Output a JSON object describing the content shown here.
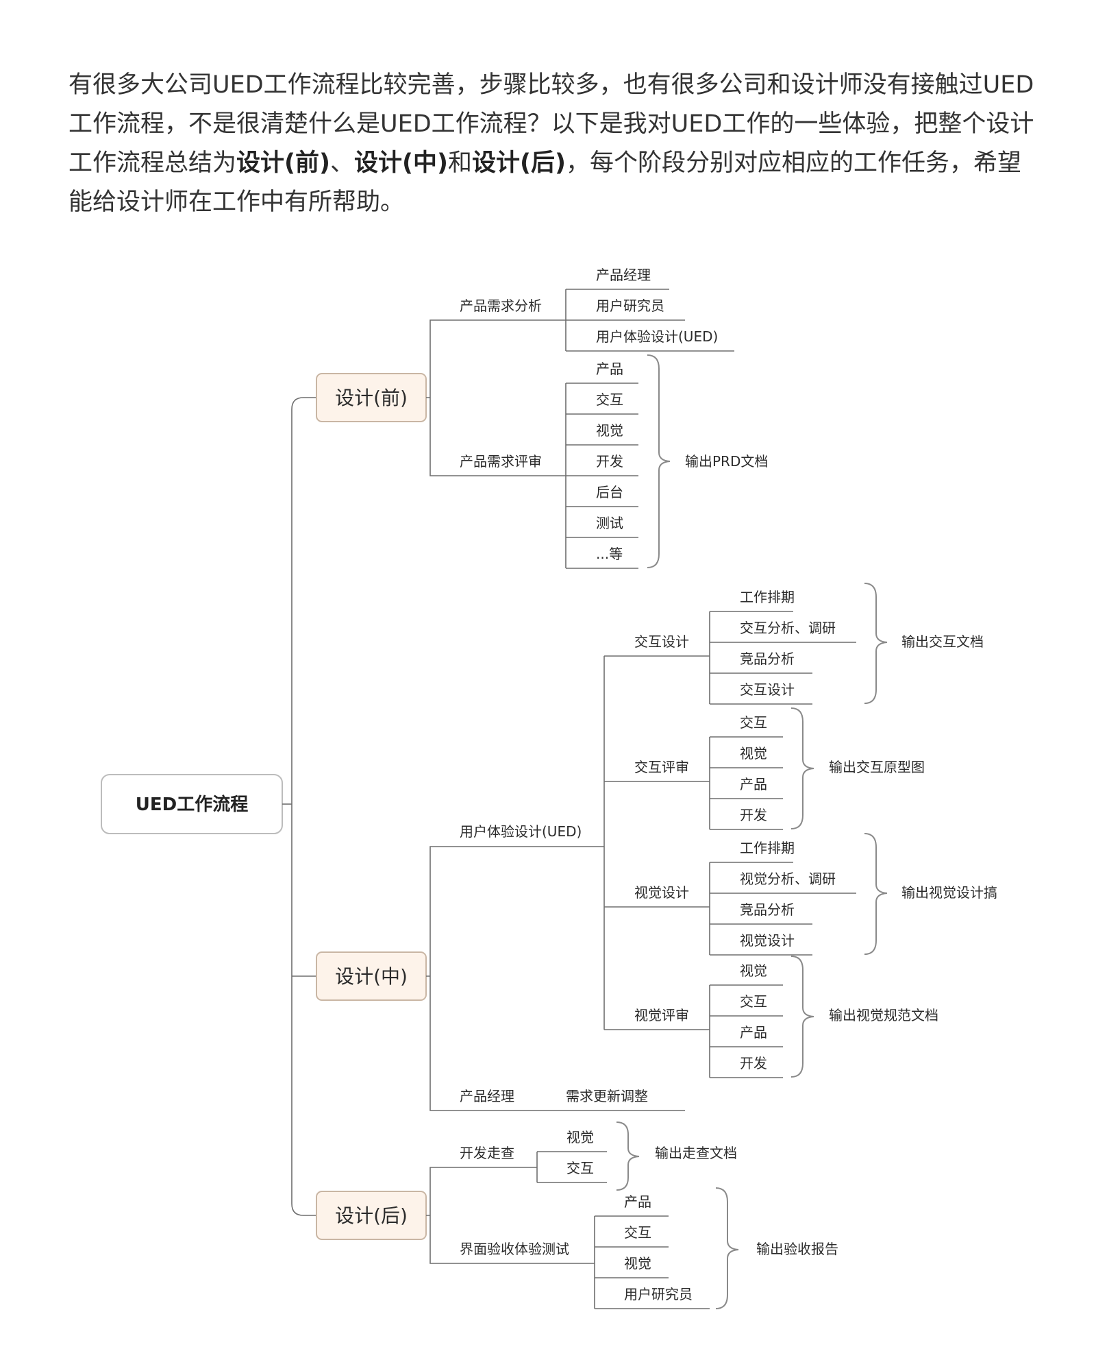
{
  "intro": {
    "p1": "有很多大公司UED工作流程比较完善，步骤比较多，也有很多公司和设计师没有接触过UED工作流程，不是很清楚什么是UED工作流程？以下是我对UED工作的一些体验，把整个设计工作流程总结为",
    "s1": "设计(前)",
    "p2": "、",
    "s2": "设计(中)",
    "p3": "和",
    "s3": "设计(后)",
    "p4": "，每个阶段分别对应相应的工作任务，希望能给设计师在工作中有所帮助。"
  },
  "mindmap": {
    "root": "UED工作流程",
    "phases": [
      "设计(前)",
      "设计(中)",
      "设计(后)"
    ],
    "pre": {
      "req_analysis": "产品需求分析",
      "analysis_roles": [
        "产品经理",
        "用户研究员",
        "用户体验设计(UED)"
      ],
      "req_review": "产品需求评审",
      "review_roles": [
        "产品",
        "交互",
        "视觉",
        "开发",
        "后台",
        "测试",
        "...等"
      ],
      "review_output": "输出PRD文档"
    },
    "mid": {
      "ux": "用户体验设计(UED)",
      "interaction_design": {
        "label": "交互设计",
        "items": [
          "工作排期",
          "交互分析、调研",
          "竞品分析",
          "交互设计"
        ],
        "output": "输出交互文档"
      },
      "interaction_review": {
        "label": "交互评审",
        "items": [
          "交互",
          "视觉",
          "产品",
          "开发"
        ],
        "output": "输出交互原型图"
      },
      "visual_design": {
        "label": "视觉设计",
        "items": [
          "工作排期",
          "视觉分析、调研",
          "竞品分析",
          "视觉设计"
        ],
        "output": "输出视觉设计搞"
      },
      "visual_review": {
        "label": "视觉评审",
        "items": [
          "视觉",
          "交互",
          "产品",
          "开发"
        ],
        "output": "输出视觉规范文档"
      },
      "pm": "产品经理",
      "pm_task": "需求更新调整"
    },
    "post": {
      "dev_check": {
        "label": "开发走查",
        "items": [
          "视觉",
          "交互"
        ],
        "output": "输出走查文档"
      },
      "acceptance": {
        "label": "界面验收体验测试",
        "items": [
          "产品",
          "交互",
          "视觉",
          "用户研究员"
        ],
        "output": "输出验收报告"
      }
    }
  }
}
